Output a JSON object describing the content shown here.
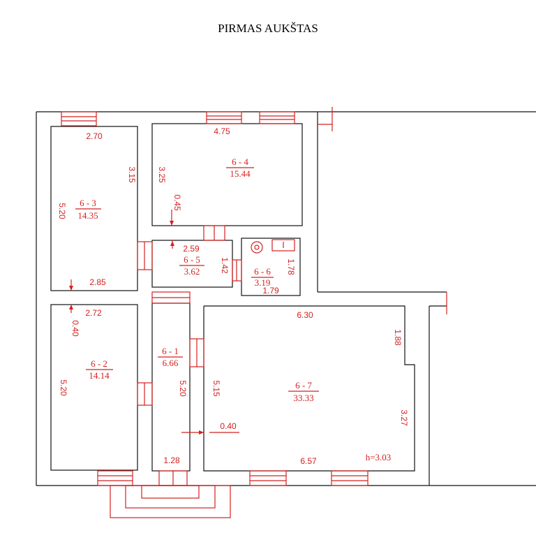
{
  "title": "PIRMAS AUKŠTAS",
  "colors": {
    "walls": "#111111",
    "annotations": "#d42020"
  },
  "rooms": {
    "r3": {
      "id": "6 - 3",
      "area": "14.35"
    },
    "r4": {
      "id": "6 - 4",
      "area": "15.44"
    },
    "r5": {
      "id": "6 - 5",
      "area": "3.62"
    },
    "r6": {
      "id": "6 - 6",
      "area": "3.19"
    },
    "r2": {
      "id": "6 - 2",
      "area": "14.14"
    },
    "r1": {
      "id": "6 - 1",
      "area": "6.66"
    },
    "r7": {
      "id": "6 - 7",
      "area": "33.33"
    }
  },
  "dims": {
    "r3_top": "2.70",
    "r3_right": "3.15",
    "r3_left": "5.20",
    "r3_bottom": "2.85",
    "r4_top": "4.75",
    "r4_left": "3.25",
    "r4_offset": "0.45",
    "r5_top": "2.59",
    "r5_right": "1.42",
    "r6_right": "1.78",
    "r6_bottom": "1.79",
    "r2_top": "2.72",
    "r2_offset": "0.40",
    "r2_left": "5.20",
    "r1_right": "5.20",
    "r1_bottom": "1.28",
    "r7_top": "6.30",
    "r7_right_upper": "1.88",
    "r7_left": "5.15",
    "r7_right_lower": "3.27",
    "r7_wall": "0.40",
    "r7_bottom": "6.57",
    "height": "h=3.03"
  }
}
